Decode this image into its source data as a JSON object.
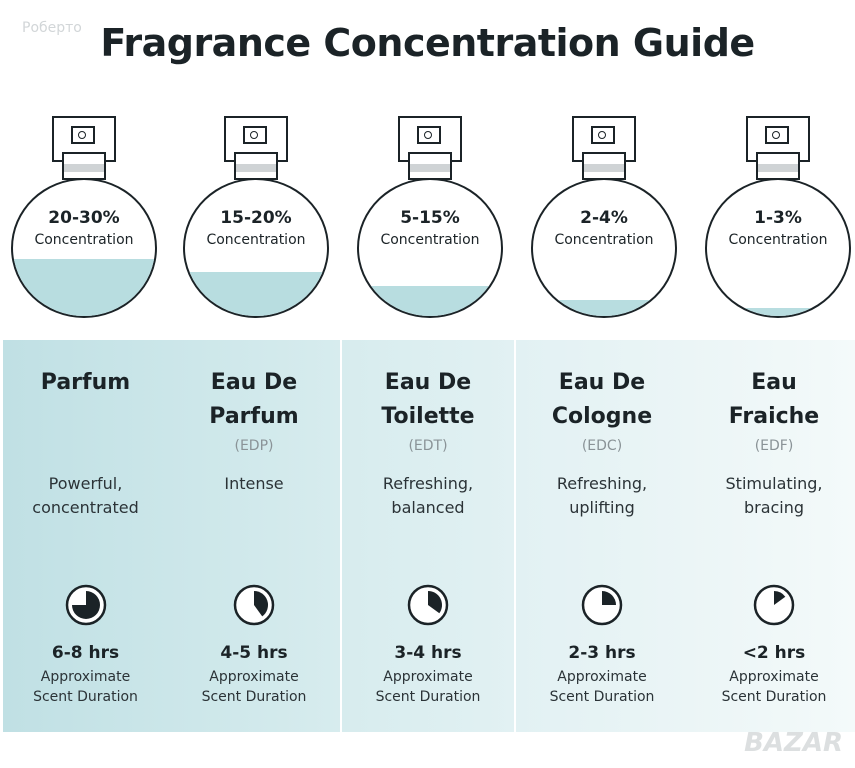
{
  "title": "Fragrance Concentration Guide",
  "watermark": {
    "top_left": "Роберто",
    "bottom_right": "BAZAR"
  },
  "colors": {
    "liquid": "#b8dde0",
    "text": "#1b2327",
    "panel_dark": "#c3e2e6",
    "panel_light": "#eef7f8"
  },
  "duration_caption": {
    "line1": "Approximate",
    "line2": "Scent Duration"
  },
  "types": [
    {
      "concentration": "20-30%",
      "concentration_label": "Concentration",
      "fill_level": 0.42,
      "name_line1": "Parfum",
      "name_line2": "",
      "abbr": "",
      "desc_line1": "Powerful,",
      "desc_line2": "concentrated",
      "hours": "6-8 hrs",
      "clock_fraction": 0.75
    },
    {
      "concentration": "15-20%",
      "concentration_label": "Concentration",
      "fill_level": 0.32,
      "name_line1": "Eau De",
      "name_line2": "Parfum",
      "abbr": "(EDP)",
      "desc_line1": "Intense",
      "desc_line2": "",
      "hours": "4-5 hrs",
      "clock_fraction": 0.4
    },
    {
      "concentration": "5-15%",
      "concentration_label": "Concentration",
      "fill_level": 0.22,
      "name_line1": "Eau De",
      "name_line2": "Toilette",
      "abbr": "(EDT)",
      "desc_line1": "Refreshing,",
      "desc_line2": "balanced",
      "hours": "3-4 hrs",
      "clock_fraction": 0.35
    },
    {
      "concentration": "2-4%",
      "concentration_label": "Concentration",
      "fill_level": 0.12,
      "name_line1": "Eau De",
      "name_line2": "Cologne",
      "abbr": "(EDC)",
      "desc_line1": "Refreshing,",
      "desc_line2": "uplifting",
      "hours": "2-3 hrs",
      "clock_fraction": 0.25
    },
    {
      "concentration": "1-3%",
      "concentration_label": "Concentration",
      "fill_level": 0.06,
      "name_line1": "Eau",
      "name_line2": "Fraiche",
      "abbr": "(EDF)",
      "desc_line1": "Stimulating,",
      "desc_line2": "bracing",
      "hours": "<2 hrs",
      "clock_fraction": 0.15
    }
  ]
}
